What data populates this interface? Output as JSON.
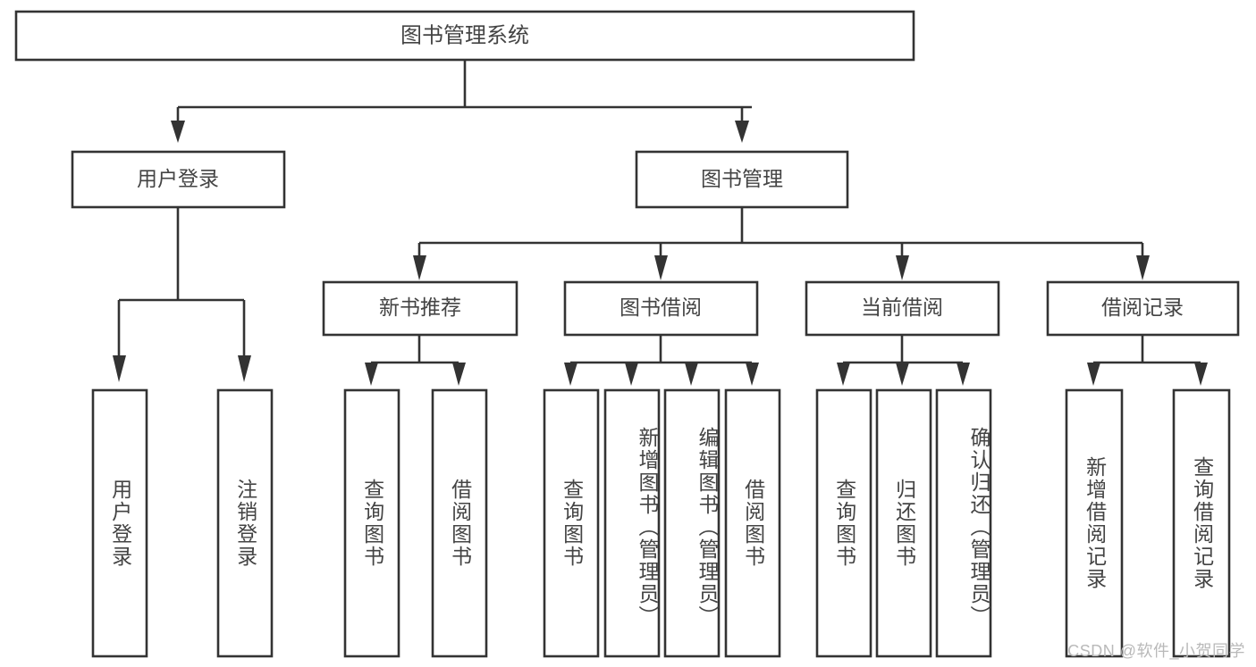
{
  "diagram": {
    "title": "图书管理系统",
    "watermark": "CSDN @软件_小贺同学",
    "colors": {
      "stroke": "#333333",
      "box_fill": "#ffffff",
      "text": "#444444",
      "background": "#ffffff",
      "watermark": "#b9b9b9"
    }
  },
  "chart_data": {
    "type": "diagram",
    "subtype": "tree",
    "title": "图书管理系统",
    "orientation": "top-down",
    "levels": 4,
    "root": {
      "id": "root",
      "label": "图书管理系统",
      "level": 0
    },
    "level1": [
      {
        "id": "user-login",
        "label": "用户登录",
        "level": 1,
        "parent": "root"
      },
      {
        "id": "book-manage",
        "label": "图书管理",
        "level": 1,
        "parent": "root"
      }
    ],
    "level2": [
      {
        "id": "new-book-rec",
        "label": "新书推荐",
        "level": 2,
        "parent": "book-manage"
      },
      {
        "id": "book-borrow",
        "label": "图书借阅",
        "level": 2,
        "parent": "book-manage"
      },
      {
        "id": "current-borrow",
        "label": "当前借阅",
        "level": 2,
        "parent": "book-manage"
      },
      {
        "id": "borrow-record",
        "label": "借阅记录",
        "level": 2,
        "parent": "book-manage"
      }
    ],
    "leaves": [
      {
        "id": "leaf-user-login",
        "label": "用户登录",
        "parent": "user-login"
      },
      {
        "id": "leaf-user-logout",
        "label": "注销登录",
        "parent": "user-login"
      },
      {
        "id": "leaf-query-book-1",
        "label": "查询图书",
        "parent": "new-book-rec"
      },
      {
        "id": "leaf-borrow-book-1",
        "label": "借阅图书",
        "parent": "new-book-rec"
      },
      {
        "id": "leaf-query-book-2",
        "label": "查询图书",
        "parent": "book-borrow"
      },
      {
        "id": "leaf-add-book",
        "label": "新增图书（管理员）",
        "parent": "book-borrow"
      },
      {
        "id": "leaf-edit-book",
        "label": "编辑图书（管理员）",
        "parent": "book-borrow"
      },
      {
        "id": "leaf-borrow-book-2",
        "label": "借阅图书",
        "parent": "book-borrow"
      },
      {
        "id": "leaf-query-book-3",
        "label": "查询图书",
        "parent": "current-borrow"
      },
      {
        "id": "leaf-return-book",
        "label": "归还图书",
        "parent": "current-borrow"
      },
      {
        "id": "leaf-confirm-return",
        "label": "确认归还（管理员）",
        "parent": "current-borrow"
      },
      {
        "id": "leaf-add-record",
        "label": "新增借阅记录",
        "parent": "borrow-record"
      },
      {
        "id": "leaf-query-record",
        "label": "查询借阅记录",
        "parent": "borrow-record"
      }
    ]
  }
}
